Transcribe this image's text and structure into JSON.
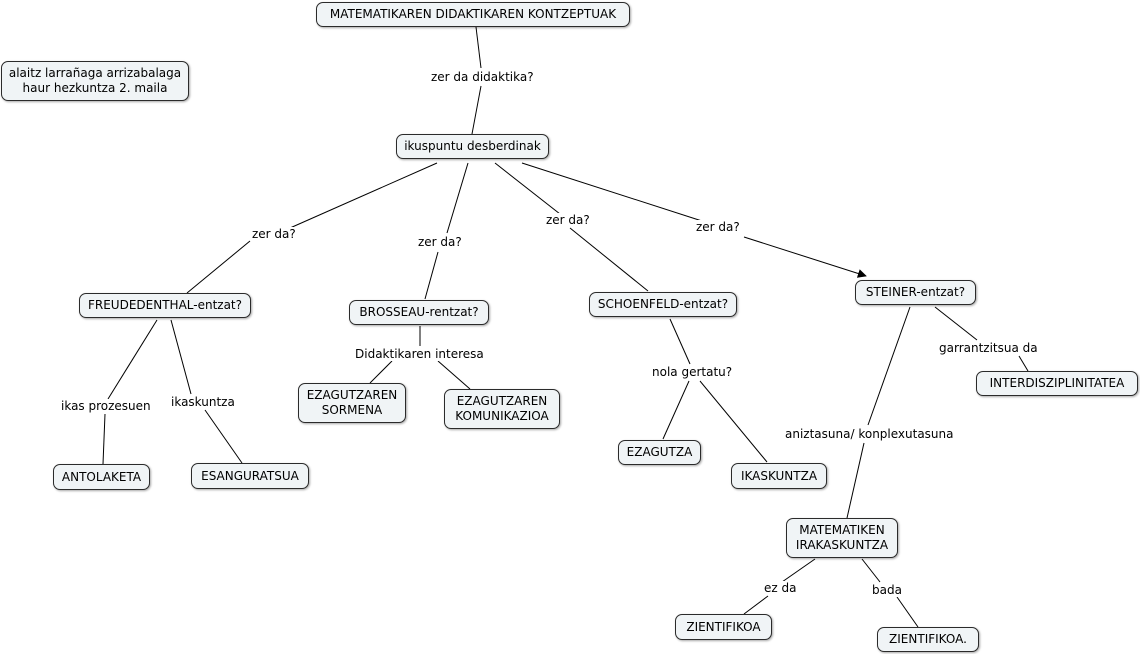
{
  "nodes": {
    "root": "MATEMATIKAREN DIDAKTIKAREN KONTZEPTUAK",
    "author": [
      "alaitz larrañaga arrizabalaga",
      "haur hezkuntza 2. maila"
    ],
    "ikuspuntu": "ikuspuntu desberdinak",
    "freudenthal": "FREUDEDENTHAL-entzat?",
    "brosseau": "BROSSEAU-rentzat?",
    "schoenfeld": "SCHOENFELD-entzat?",
    "steiner": "STEINER-entzat?",
    "antolaketa": "ANTOLAKETA",
    "esanguratsua": "ESANGURATSUA",
    "sormena": [
      "EZAGUTZAREN",
      "SORMENA"
    ],
    "komunikazioa": [
      "EZAGUTZAREN",
      "KOMUNIKAZIOA"
    ],
    "ezagutza": "EZAGUTZA",
    "ikaskuntza_node": "IKASKUNTZA",
    "interdisziplinitatea": "INTERDISZIPLINITATEA",
    "matematiken": [
      "MATEMATIKEN",
      "IRAKASKUNTZA"
    ],
    "zientifikoa": "ZIENTIFIKOA",
    "zientifikoa2": "ZIENTIFIKOA."
  },
  "links": {
    "didaktika": "zer da didaktika?",
    "zer_da_1": "zer da?",
    "zer_da_2": "zer da?",
    "zer_da_3": "zer da?",
    "zer_da_4": "zer da?",
    "ikas_prozesuen": "ikas prozesuen",
    "ikaskuntza": "ikaskuntza",
    "didaktikaren_interesa": "Didaktikaren interesa",
    "nola_gertatu": "nola gertatu?",
    "garrantzitsua": "garrantzitsua da",
    "aniztasuna": "aniztasuna/ konplexutasuna",
    "ez_da": "ez da",
    "bada": "bada"
  }
}
